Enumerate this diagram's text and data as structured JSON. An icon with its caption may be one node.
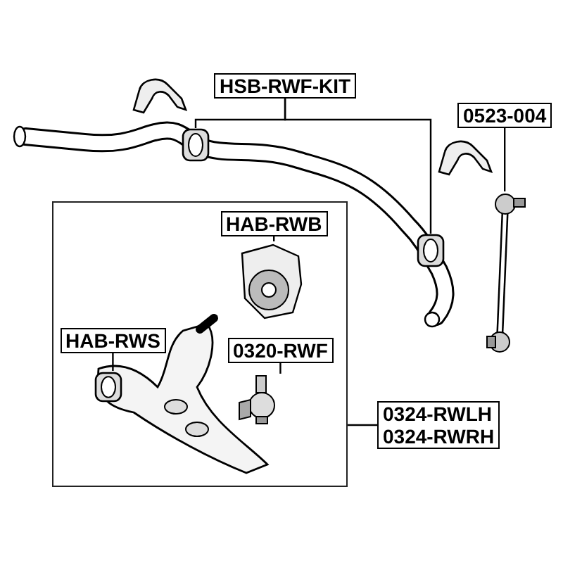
{
  "diagram": {
    "nodes": [
      {
        "text": [
          "HSB-RWF-KIT"
        ]
      },
      {
        "text": [],
        "shape": "picture"
      },
      {
        "text": [],
        "shape": "picture"
      },
      {
        "text": [
          "0523-004"
        ]
      },
      {
        "text": [],
        "shape": "picture"
      },
      {
        "text": [
          "0324-RWLH",
          "0324-RWRH"
        ]
      },
      {
        "text": [],
        "shape": "box"
      },
      {
        "text": [
          "HAB-RWB"
        ],
        "in": 6
      },
      {
        "text": [],
        "shape": "picture",
        "in": 6
      },
      {
        "text": [
          "HAB-RWS"
        ],
        "in": 6
      },
      {
        "text": [],
        "shape": "picture",
        "in": 6
      },
      {
        "text": [
          "0320-RWF"
        ],
        "in": 6
      },
      {
        "text": [],
        "shape": "picture",
        "in": 6
      }
    ],
    "edges": [
      {
        "from": 0,
        "to": 1,
        "arrow": "none"
      },
      {
        "from": 0,
        "to": 2,
        "arrow": "none"
      },
      {
        "from": 3,
        "to": 4,
        "arrow": "none"
      },
      {
        "from": 5,
        "to": 6,
        "arrow": "none"
      },
      {
        "from": 7,
        "to": 8,
        "arrow": "none"
      },
      {
        "from": 9,
        "to": 10,
        "arrow": "none"
      },
      {
        "from": 11,
        "to": 12,
        "arrow": "none"
      }
    ]
  }
}
